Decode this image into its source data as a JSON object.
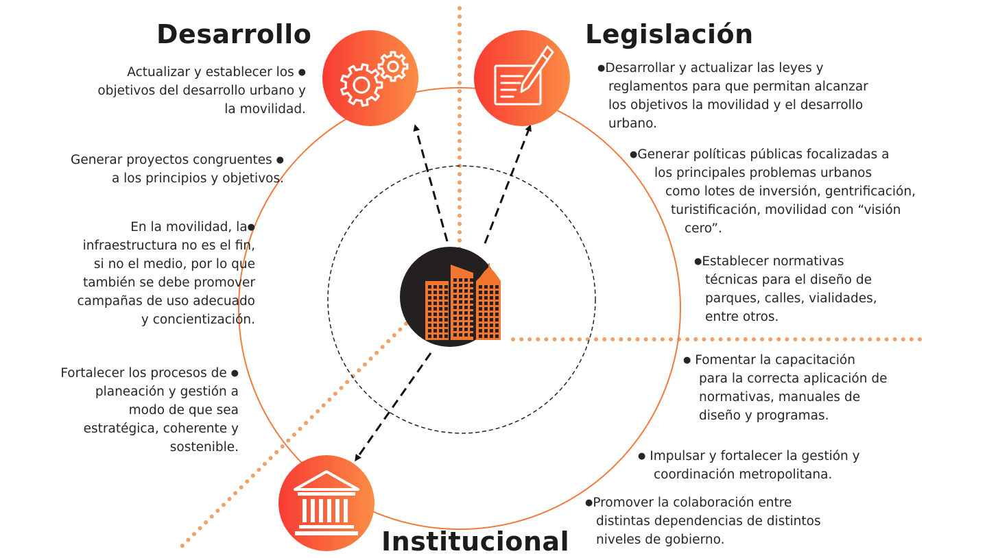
{
  "titles": {
    "desarrollo": "Desarrollo",
    "legislacion": "Legislación",
    "institucional": "Institucional"
  },
  "icons": {
    "desarrollo": "gears-icon",
    "legislacion": "document-pen-icon",
    "institucional": "institution-building-icon",
    "center": "city-buildings-icon"
  },
  "colors": {
    "accent_start": "#f93b33",
    "accent_end": "#fb8d45",
    "ring": "#f27a3c",
    "dots": "#eda26a",
    "center_bg": "#241f20",
    "center_buildings": "#f4772f"
  },
  "desarrollo_items": [
    [
      "Actualizar y establecer los",
      "objetivos del desarrollo urbano y",
      "la movilidad."
    ],
    [
      "Generar proyectos congruentes",
      "a los principios y objetivos."
    ],
    [
      "En la movilidad, la",
      "infraestructura no es el fin,",
      "si no el medio, por lo que",
      "también se debe promover",
      "campañas de uso adecuado",
      "y concientización."
    ],
    [
      "Fortalecer los procesos de",
      "planeación y gestión  a",
      "modo de que sea",
      "estratégica, coherente y",
      "sostenible."
    ]
  ],
  "legislacion_items": [
    [
      "Desarrollar y actualizar las leyes y",
      "reglamentos para que permitan alcanzar",
      "los objetivos la movilidad y el desarrollo",
      "urbano."
    ],
    [
      "Generar políticas públicas focalizadas a",
      "los principales problemas urbanos",
      "como lotes de inversión, gentrificación,",
      "turistificación, movilidad con “visión",
      "cero”."
    ],
    [
      "Establecer normativas",
      "técnicas para el diseño de",
      "parques, calles, vialidades,",
      "entre otros."
    ]
  ],
  "institucional_items": [
    [
      "Fomentar la capacitación",
      "para la correcta aplicación de",
      "normativas, manuales de",
      "diseño y programas."
    ],
    [
      "Impulsar y fortalecer la gestión y",
      "coordinación metropolitana."
    ],
    [
      "Promover la colaboración entre",
      "distintas dependencias de distintos",
      "niveles de gobierno."
    ]
  ]
}
